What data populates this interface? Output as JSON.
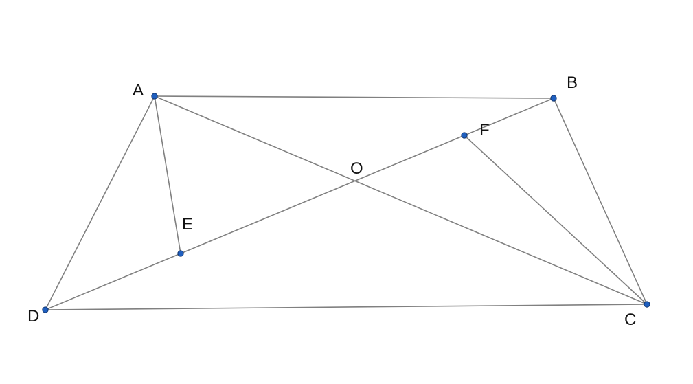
{
  "diagram": {
    "points": [
      {
        "id": "A",
        "label": "A"
      },
      {
        "id": "B",
        "label": "B"
      },
      {
        "id": "C",
        "label": "C"
      },
      {
        "id": "D",
        "label": "D"
      },
      {
        "id": "E",
        "label": "E"
      },
      {
        "id": "F",
        "label": "F"
      },
      {
        "id": "O",
        "label": "O"
      }
    ],
    "segments": [
      [
        "A",
        "B"
      ],
      [
        "B",
        "C"
      ],
      [
        "C",
        "D"
      ],
      [
        "D",
        "A"
      ],
      [
        "A",
        "C"
      ],
      [
        "D",
        "B"
      ],
      [
        "A",
        "E"
      ],
      [
        "C",
        "F"
      ]
    ],
    "colors": {
      "line": "#808080",
      "point_fill": "#1f5fbf",
      "point_stroke": "#0d2f66",
      "label": "#111111"
    }
  }
}
